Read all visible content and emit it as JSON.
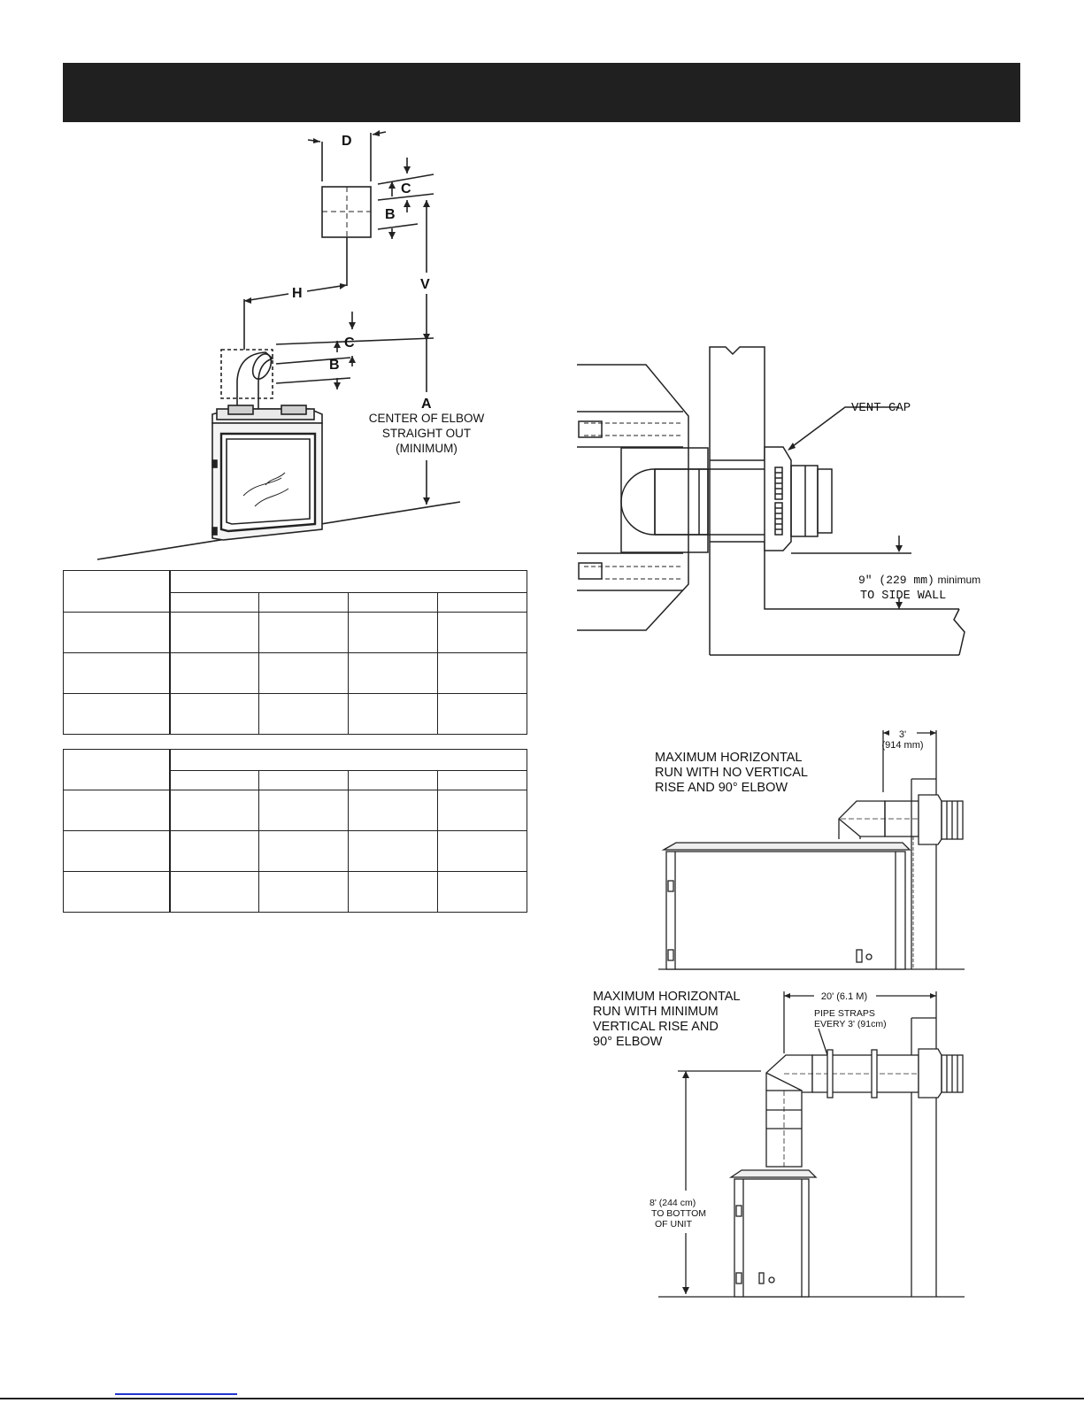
{
  "figure_top": {
    "labels": {
      "d": "D",
      "c_upper": "C",
      "b_upper": "B",
      "v": "V",
      "h": "H",
      "c_lower": "C",
      "b_lower": "B",
      "a": "A",
      "a_caption_1": "CENTER OF ELBOW",
      "a_caption_2": "STRAIGHT OUT",
      "a_caption_3": "(MINIMUM)"
    }
  },
  "figure_vent_cap": {
    "vent_cap_label": "VENT CAP",
    "clearance_value": "9\" (229 mm)",
    "clearance_suffix": "minimum",
    "clearance_line2": "TO SIDE WALL"
  },
  "figure_horizontal_run": {
    "title_1": "MAXIMUM HORIZONTAL",
    "title_2": "RUN WITH NO VERTICAL",
    "title_3": "RISE AND 90° ELBOW",
    "dimension": "3'",
    "dimension_metric": "(914 mm)"
  },
  "figure_vertical_rise": {
    "title_1": "MAXIMUM HORIZONTAL",
    "title_2": "RUN WITH MINIMUM",
    "title_3": "VERTICAL RISE AND",
    "title_4": "90° ELBOW",
    "dimension": "20' (6.1 M)",
    "straps_1": "PIPE STRAPS",
    "straps_2": "EVERY 3' (91cm)",
    "rise_1": "8' (244 cm)",
    "rise_2": "TO BOTTOM",
    "rise_3": "OF UNIT"
  }
}
